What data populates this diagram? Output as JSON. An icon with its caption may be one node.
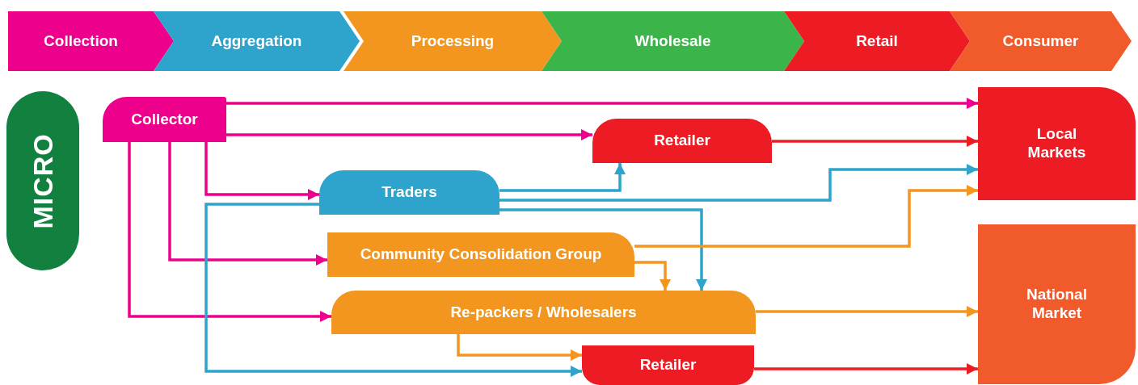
{
  "diagram": {
    "nodes": [
      {
        "text": [
          "Collection"
        ]
      },
      {
        "text": [
          "Aggregation"
        ]
      },
      {
        "text": [
          "Processing"
        ]
      },
      {
        "text": [
          "Wholesale"
        ]
      },
      {
        "text": [
          "Retail"
        ]
      },
      {
        "text": [
          "Consumer"
        ]
      },
      {
        "text": [
          "MICRO"
        ]
      },
      {
        "text": [
          "Collector"
        ]
      },
      {
        "text": [
          "Retailer"
        ]
      },
      {
        "text": [
          "Traders"
        ]
      },
      {
        "text": [
          "Community Consolidation Group"
        ]
      },
      {
        "text": [
          "Re-packers / Wholesalers"
        ]
      },
      {
        "text": [
          "Retailer"
        ]
      },
      {
        "text": [
          "Local Markets"
        ]
      },
      {
        "text": [
          "National Market"
        ]
      }
    ],
    "edges": [
      {
        "from": 7,
        "to": 13,
        "arrow": "to"
      },
      {
        "from": 7,
        "to": 8,
        "arrow": "to"
      },
      {
        "from": 7,
        "to": 9,
        "arrow": "to"
      },
      {
        "from": 7,
        "to": 10,
        "arrow": "to"
      },
      {
        "from": 7,
        "to": 11,
        "arrow": "to"
      },
      {
        "from": 9,
        "to": 8,
        "arrow": "to",
        "color": "#2ea3cb"
      },
      {
        "from": 9,
        "to": 13,
        "arrow": "to",
        "color": "#2ea3cb"
      },
      {
        "from": 9,
        "to": 11,
        "arrow": "to",
        "color": "#2ea3cb"
      },
      {
        "from": 9,
        "to": 12,
        "arrow": "to",
        "color": "#2ea3cb"
      },
      {
        "from": 8,
        "to": 13,
        "arrow": "to",
        "color": "#ed1c24"
      },
      {
        "from": 10,
        "to": 13,
        "arrow": "to",
        "color": "#f29620"
      },
      {
        "from": 10,
        "to": 11,
        "arrow": "to",
        "color": "#f29620"
      },
      {
        "from": 11,
        "to": 14,
        "arrow": "to",
        "color": "#f29620"
      },
      {
        "from": 11,
        "to": 12,
        "arrow": "to",
        "color": "#f29620"
      },
      {
        "from": 12,
        "to": 14,
        "arrow": "to",
        "color": "#ed1c24"
      }
    ]
  }
}
